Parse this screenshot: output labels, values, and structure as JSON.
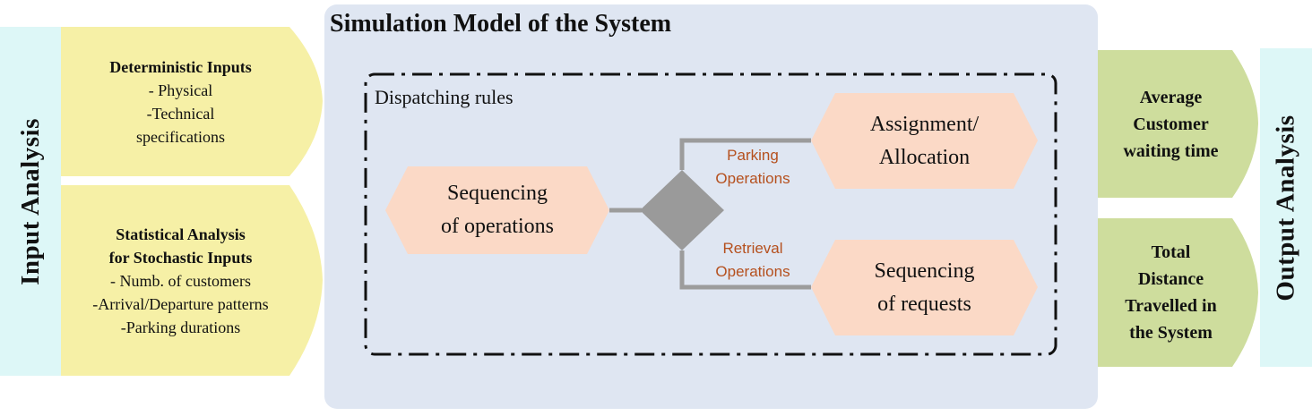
{
  "input_analysis": {
    "label": "Input Analysis",
    "deterministic": {
      "title": "Deterministic Inputs",
      "lines": [
        "- Physical",
        "-Technical",
        "specifications"
      ]
    },
    "statistical": {
      "title_lines": [
        "Statistical Analysis",
        "for Stochastic Inputs"
      ],
      "lines": [
        "- Numb. of customers",
        "-Arrival/Departure patterns",
        "-Parking durations"
      ]
    }
  },
  "simulation": {
    "title": "Simulation Model of the System",
    "rules_label": "Dispatching rules",
    "sequencing_ops": [
      "Sequencing",
      "of operations"
    ],
    "parking_ops": [
      "Parking",
      "Operations"
    ],
    "retrieval_ops": [
      "Retrieval",
      "Operations"
    ],
    "assignment": [
      "Assignment/",
      "Allocation"
    ],
    "sequencing_req": [
      "Sequencing",
      "of requests"
    ]
  },
  "output_analysis": {
    "label": "Output Analysis",
    "waiting": [
      "Average",
      "Customer",
      "waiting time"
    ],
    "distance": [
      "Total",
      "Distance",
      "Travelled in",
      "the System"
    ]
  },
  "colors": {
    "side_bar": "#ddf7f7",
    "input_box": "#f6f0a6",
    "panel": "#dfe6f2",
    "hexagon": "#fbd9c6",
    "diamond": "#9a9a9a",
    "output_box": "#cedd9d",
    "op_label": "#b5501e"
  }
}
